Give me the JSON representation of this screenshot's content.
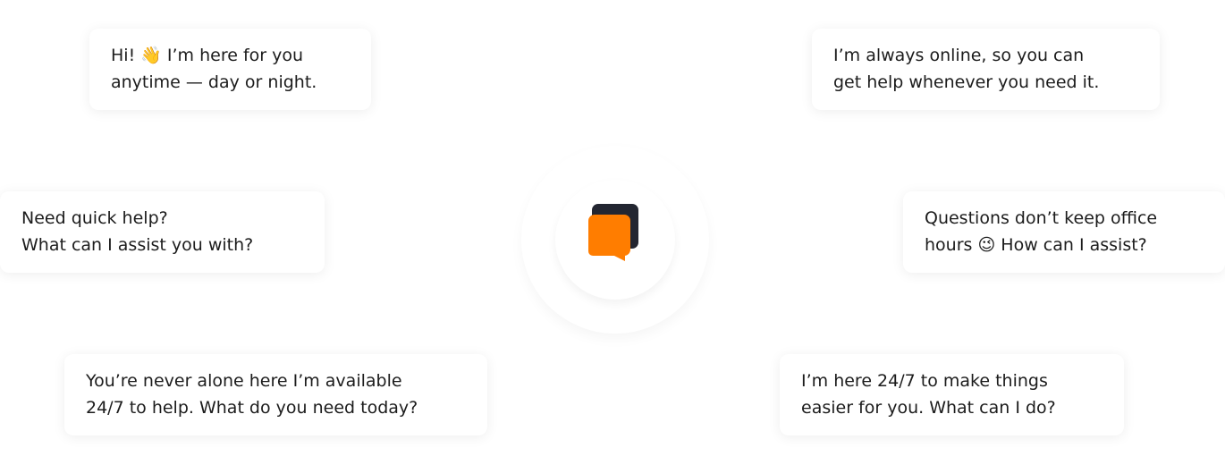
{
  "messages": [
    {
      "line1": "Hi! 👋 I’m here for you",
      "line2": "anytime — day or night."
    },
    {
      "line1": "I’m always online, so you can",
      "line2": "get help whenever you need it."
    },
    {
      "line1": "Need quick help?",
      "line2": "What can I assist you with?"
    },
    {
      "line1": "Questions don’t keep office",
      "line2": "hours 😉 How can I assist?"
    },
    {
      "line1": "You’re never alone here I’m available",
      "line2": "24/7 to help. What do you need today?"
    },
    {
      "line1": "I’m here 24/7 to make things",
      "line2": "easier for you. What can I do?"
    }
  ],
  "logo": {
    "icon": "chat-bubbles-icon",
    "primary_color": "#ff7d00",
    "secondary_color": "#232631"
  }
}
